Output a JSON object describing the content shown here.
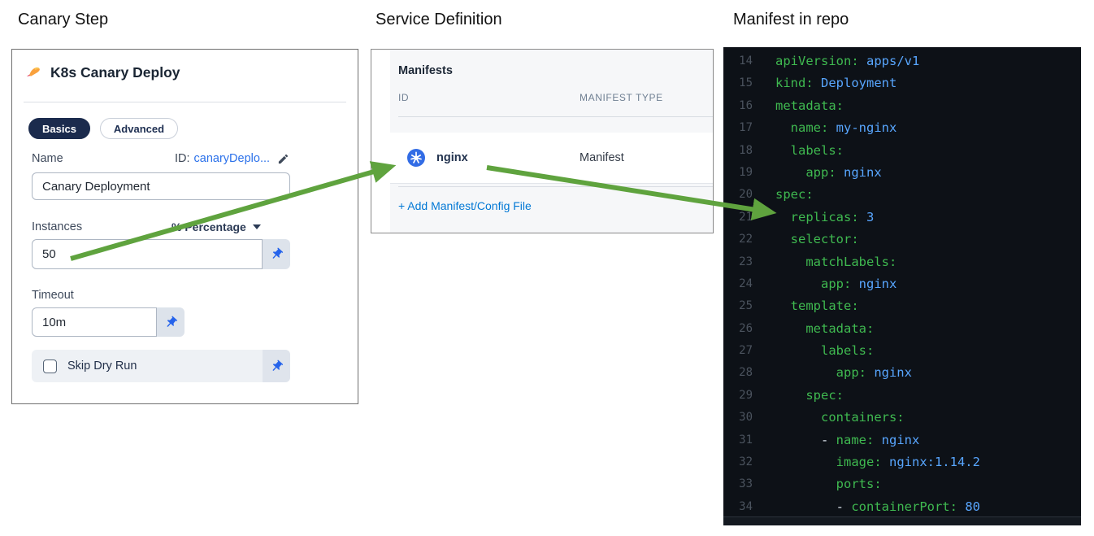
{
  "headings": {
    "canary_step": "Canary Step",
    "service_definition": "Service Definition",
    "manifest_in_repo": "Manifest in repo"
  },
  "canary_step": {
    "title": "K8s Canary Deploy",
    "tabs": [
      {
        "label": "Basics",
        "active": true
      },
      {
        "label": "Advanced",
        "active": false
      }
    ],
    "name_label": "Name",
    "id_prefix": "ID:",
    "id_value": "canaryDeplo...",
    "name_value": "Canary Deployment",
    "instances_label": "Instances",
    "instances_unit": "% Percentage",
    "instances_value": "50",
    "timeout_label": "Timeout",
    "timeout_value": "10m",
    "skip_dry_run_label": "Skip Dry Run",
    "skip_dry_run_checked": false
  },
  "service_definition": {
    "section_title": "Manifests",
    "columns": [
      "ID",
      "MANIFEST TYPE"
    ],
    "rows": [
      {
        "id": "nginx",
        "manifest_type": "Manifest",
        "icon": "kubernetes-icon"
      }
    ],
    "add_link": "+ Add Manifest/Config File"
  },
  "manifest_code": {
    "language": "yaml",
    "lines": [
      {
        "num": 14,
        "tokens": [
          [
            "key",
            "apiVersion:"
          ],
          [
            "val",
            " apps/v1"
          ]
        ]
      },
      {
        "num": 15,
        "tokens": [
          [
            "key",
            "kind:"
          ],
          [
            "val",
            " Deployment"
          ]
        ]
      },
      {
        "num": 16,
        "tokens": [
          [
            "key",
            "metadata:"
          ]
        ]
      },
      {
        "num": 17,
        "tokens": [
          [
            "key",
            "  name:"
          ],
          [
            "val",
            " my-nginx"
          ]
        ]
      },
      {
        "num": 18,
        "tokens": [
          [
            "key",
            "  labels:"
          ]
        ]
      },
      {
        "num": 19,
        "tokens": [
          [
            "key",
            "    app:"
          ],
          [
            "val",
            " nginx"
          ]
        ]
      },
      {
        "num": 20,
        "tokens": [
          [
            "key",
            "spec:"
          ]
        ]
      },
      {
        "num": 21,
        "tokens": [
          [
            "key",
            "  replicas:"
          ],
          [
            "val",
            " 3"
          ]
        ]
      },
      {
        "num": 22,
        "tokens": [
          [
            "key",
            "  selector:"
          ]
        ]
      },
      {
        "num": 23,
        "tokens": [
          [
            "key",
            "    matchLabels:"
          ]
        ]
      },
      {
        "num": 24,
        "tokens": [
          [
            "key",
            "      app:"
          ],
          [
            "val",
            " nginx"
          ]
        ]
      },
      {
        "num": 25,
        "tokens": [
          [
            "key",
            "  template:"
          ]
        ]
      },
      {
        "num": 26,
        "tokens": [
          [
            "key",
            "    metadata:"
          ]
        ]
      },
      {
        "num": 27,
        "tokens": [
          [
            "key",
            "      labels:"
          ]
        ]
      },
      {
        "num": 28,
        "tokens": [
          [
            "key",
            "        app:"
          ],
          [
            "val",
            " nginx"
          ]
        ]
      },
      {
        "num": 29,
        "tokens": [
          [
            "key",
            "    spec:"
          ]
        ]
      },
      {
        "num": 30,
        "tokens": [
          [
            "key",
            "      containers:"
          ]
        ]
      },
      {
        "num": 31,
        "tokens": [
          [
            "punc",
            "      - "
          ],
          [
            "key",
            "name:"
          ],
          [
            "val",
            " nginx"
          ]
        ]
      },
      {
        "num": 32,
        "tokens": [
          [
            "key",
            "        image:"
          ],
          [
            "val",
            " nginx:1.14.2"
          ]
        ]
      },
      {
        "num": 33,
        "tokens": [
          [
            "key",
            "        ports:"
          ]
        ]
      },
      {
        "num": 34,
        "tokens": [
          [
            "punc",
            "        - "
          ],
          [
            "key",
            "containerPort:"
          ],
          [
            "val",
            " 80"
          ]
        ]
      }
    ]
  },
  "annotations": {
    "arrow_color": "#5fa33e",
    "arrows": [
      {
        "from": "instances-value-50",
        "to": "service-manifest-nginx"
      },
      {
        "from": "service-manifest-nginx",
        "to": "code-line-replicas-3"
      }
    ]
  },
  "colors": {
    "accent_blue": "#0278d5",
    "link_blue": "#2b71ea",
    "k8s_blue": "#326ce5",
    "pill_active_bg": "#1b2b4d",
    "code_bg": "#0d1117",
    "code_key": "#3fb950",
    "code_value": "#58a6ff",
    "pin_blue": "#2563eb"
  }
}
